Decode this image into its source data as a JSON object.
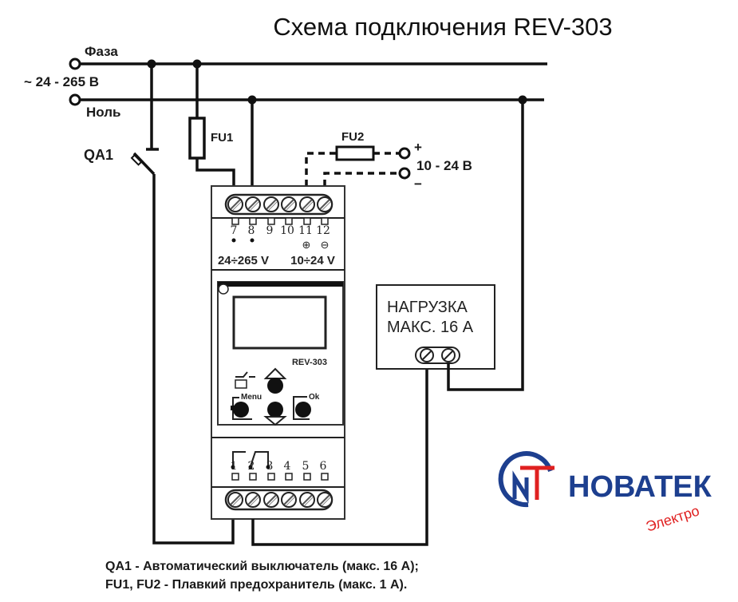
{
  "title": "Схема подключения REV-303",
  "supply": {
    "phase_label": "Фаза",
    "voltage_label": "~ 24 - 265 В",
    "neutral_label": "Ноль"
  },
  "components": {
    "breaker": "QA1",
    "fuse1": "FU1",
    "fuse2": "FU2"
  },
  "dc_supply": {
    "plus": "+",
    "voltage": "10 - 24 В",
    "minus": "−"
  },
  "device": {
    "model": "REV-303",
    "top_terminals": [
      "7",
      "8",
      "9",
      "10",
      "11",
      "12"
    ],
    "ac_label": "24÷265 V",
    "dc_label": "10÷24 V",
    "bottom_terminals": [
      "1",
      "2",
      "3",
      "4",
      "5",
      "6"
    ],
    "buttons": {
      "menu": "Menu",
      "ok": "Ok"
    }
  },
  "load": {
    "line1": "НАГРУЗКА",
    "line2": "МАКС. 16 А"
  },
  "logo": {
    "text": "НОВАТЕК",
    "subtext": "Электро",
    "blue": "#1d3f8f",
    "red": "#e02020"
  },
  "footnotes": [
    "QA1 - Автоматический выключатель (макс. 16 А);",
    "FU1, FU2 - Плавкий предохранитель  (макс. 1 А)."
  ]
}
